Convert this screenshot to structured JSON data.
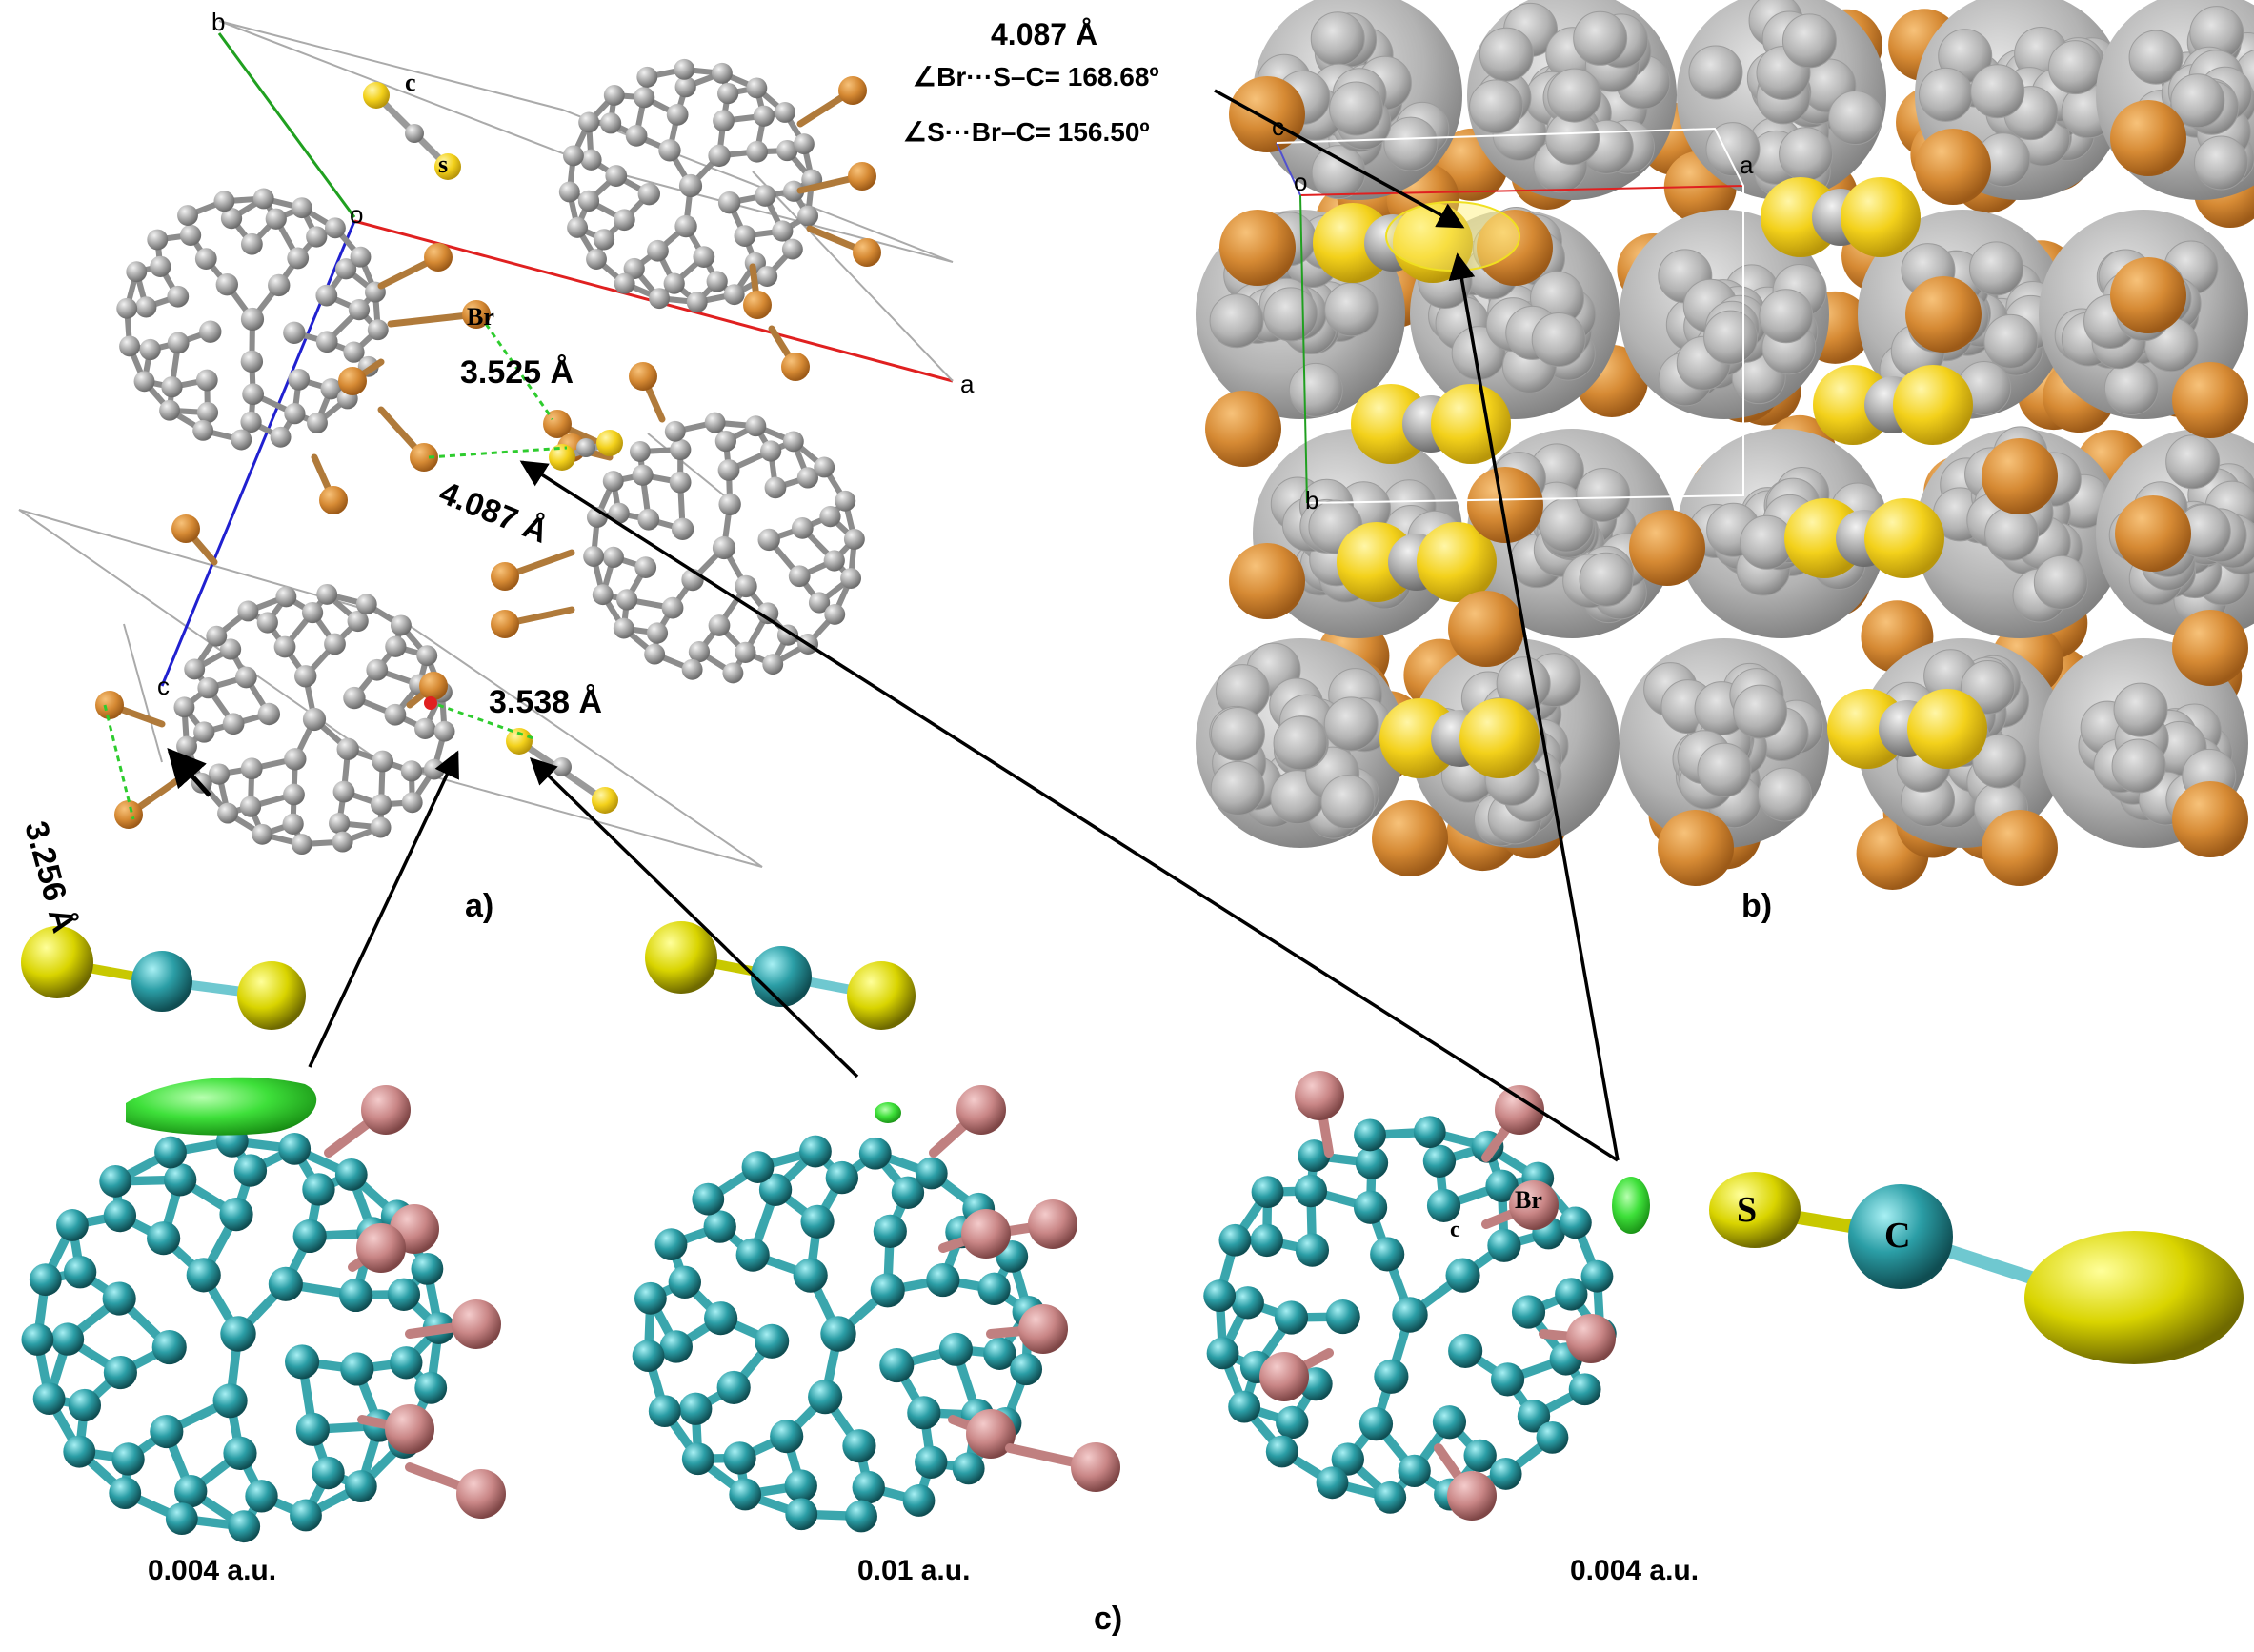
{
  "panels": {
    "a": "a)",
    "b": "b)",
    "c": "c)"
  },
  "distances": {
    "br_br_top": "3.525 Å",
    "s_br_long": "4.087 Å",
    "c_s": "3.538 Å",
    "br_br_side": "3.256 Å"
  },
  "annotation": {
    "distance": "4.087 Å",
    "angle1": "∠Br···S–C= 168.68º",
    "angle2": "∠S···Br–C= 156.50º"
  },
  "axes_a": {
    "a": "a",
    "b": "b",
    "c": "c",
    "o": "o"
  },
  "axes_b": {
    "a": "a",
    "b": "b",
    "c": "c",
    "o": "o"
  },
  "atom_labels_a": {
    "c": "c",
    "s": "s",
    "br": "Br"
  },
  "atom_labels_c": {
    "br": "Br",
    "c": "c",
    "S": "S",
    "C": "C"
  },
  "isovalues": [
    "0.004 a.u.",
    "0.01 a.u.",
    "0.004 a.u."
  ],
  "colors": {
    "carbon_a": "#a8a8a8",
    "bromine_a": "#d08a3a",
    "sulfur": "#f5d21a",
    "carbon_c": "#2a8f96",
    "bromine_c": "#c98c8c",
    "nci_surface": "#3fd63f",
    "axis_a": "#e02020",
    "axis_b": "#20a020",
    "axis_c": "#2020d0"
  }
}
